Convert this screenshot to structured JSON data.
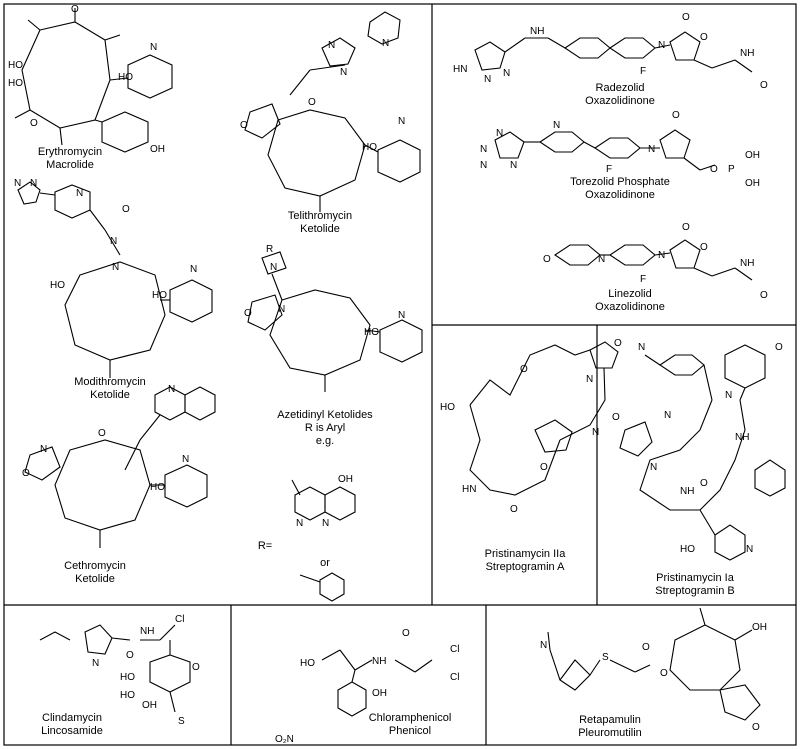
{
  "cells": {
    "erythromycin": {
      "name": "Erythromycin",
      "class": "Macrolide"
    },
    "telithromycin": {
      "name": "Telithromycin",
      "class": "Ketolide"
    },
    "modithromycin": {
      "name": "Modithromycin",
      "class": "Ketolide"
    },
    "azetidinyl": {
      "name": "Azetidinyl Ketolides",
      "class": "R is Aryl",
      "note": "e.g.",
      "r_label": "R=",
      "or_label": "or"
    },
    "cethromycin": {
      "name": "Cethromycin",
      "class": "Ketolide"
    },
    "radezolid": {
      "name": "Radezolid",
      "class": "Oxazolidinone"
    },
    "torezolid": {
      "name": "Torezolid Phosphate",
      "class": "Oxazolidinone"
    },
    "linezolid": {
      "name": "Linezolid",
      "class": "Oxazolidinone"
    },
    "pristinamycin_2a": {
      "name": "Pristinamycin IIa",
      "class": "Streptogramin A"
    },
    "pristinamycin_1a": {
      "name": "Pristinamycin Ia",
      "class": "Streptogramin B"
    },
    "clindamycin": {
      "name": "Clindamycin",
      "class": "Lincosamide"
    },
    "chloramphenicol": {
      "name": "Chloramphenicol",
      "class": "Phenicol"
    },
    "retapamulin": {
      "name": "Retapamulin",
      "class": "Pleuromutilin"
    }
  },
  "atoms": {
    "O": "O",
    "N": "N",
    "HO": "HO",
    "OH": "OH",
    "NH": "NH",
    "F": "F",
    "Cl": "Cl",
    "S": "S",
    "P": "P",
    "HN": "HN",
    "R": "R",
    "O2N": "O₂N",
    "OMe": "O"
  }
}
